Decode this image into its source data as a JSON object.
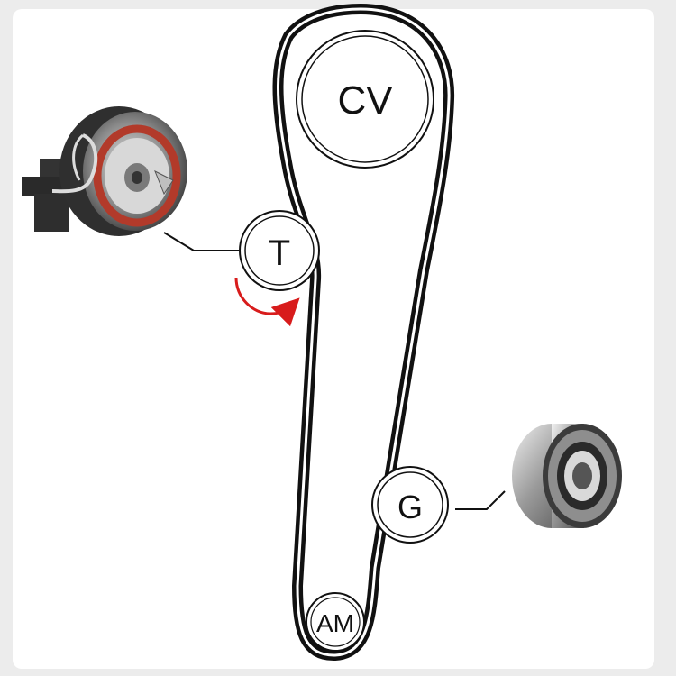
{
  "diagram": {
    "pulleys": {
      "cv": {
        "label": "CV"
      },
      "tensioner": {
        "label": "T"
      },
      "guide": {
        "label": "G"
      },
      "am": {
        "label": "AM"
      }
    },
    "colors": {
      "belt": "#111111",
      "arrow": "#d81c1c",
      "tensioner_ring": "#b23a2a",
      "part_body": "#4a4a4a",
      "background": "#ffffff"
    },
    "icons": {
      "tensioner_part": "tensioner-pulley-photo",
      "guide_part": "guide-idler-pulley-photo",
      "rotation": "clockwise-arrow"
    }
  }
}
